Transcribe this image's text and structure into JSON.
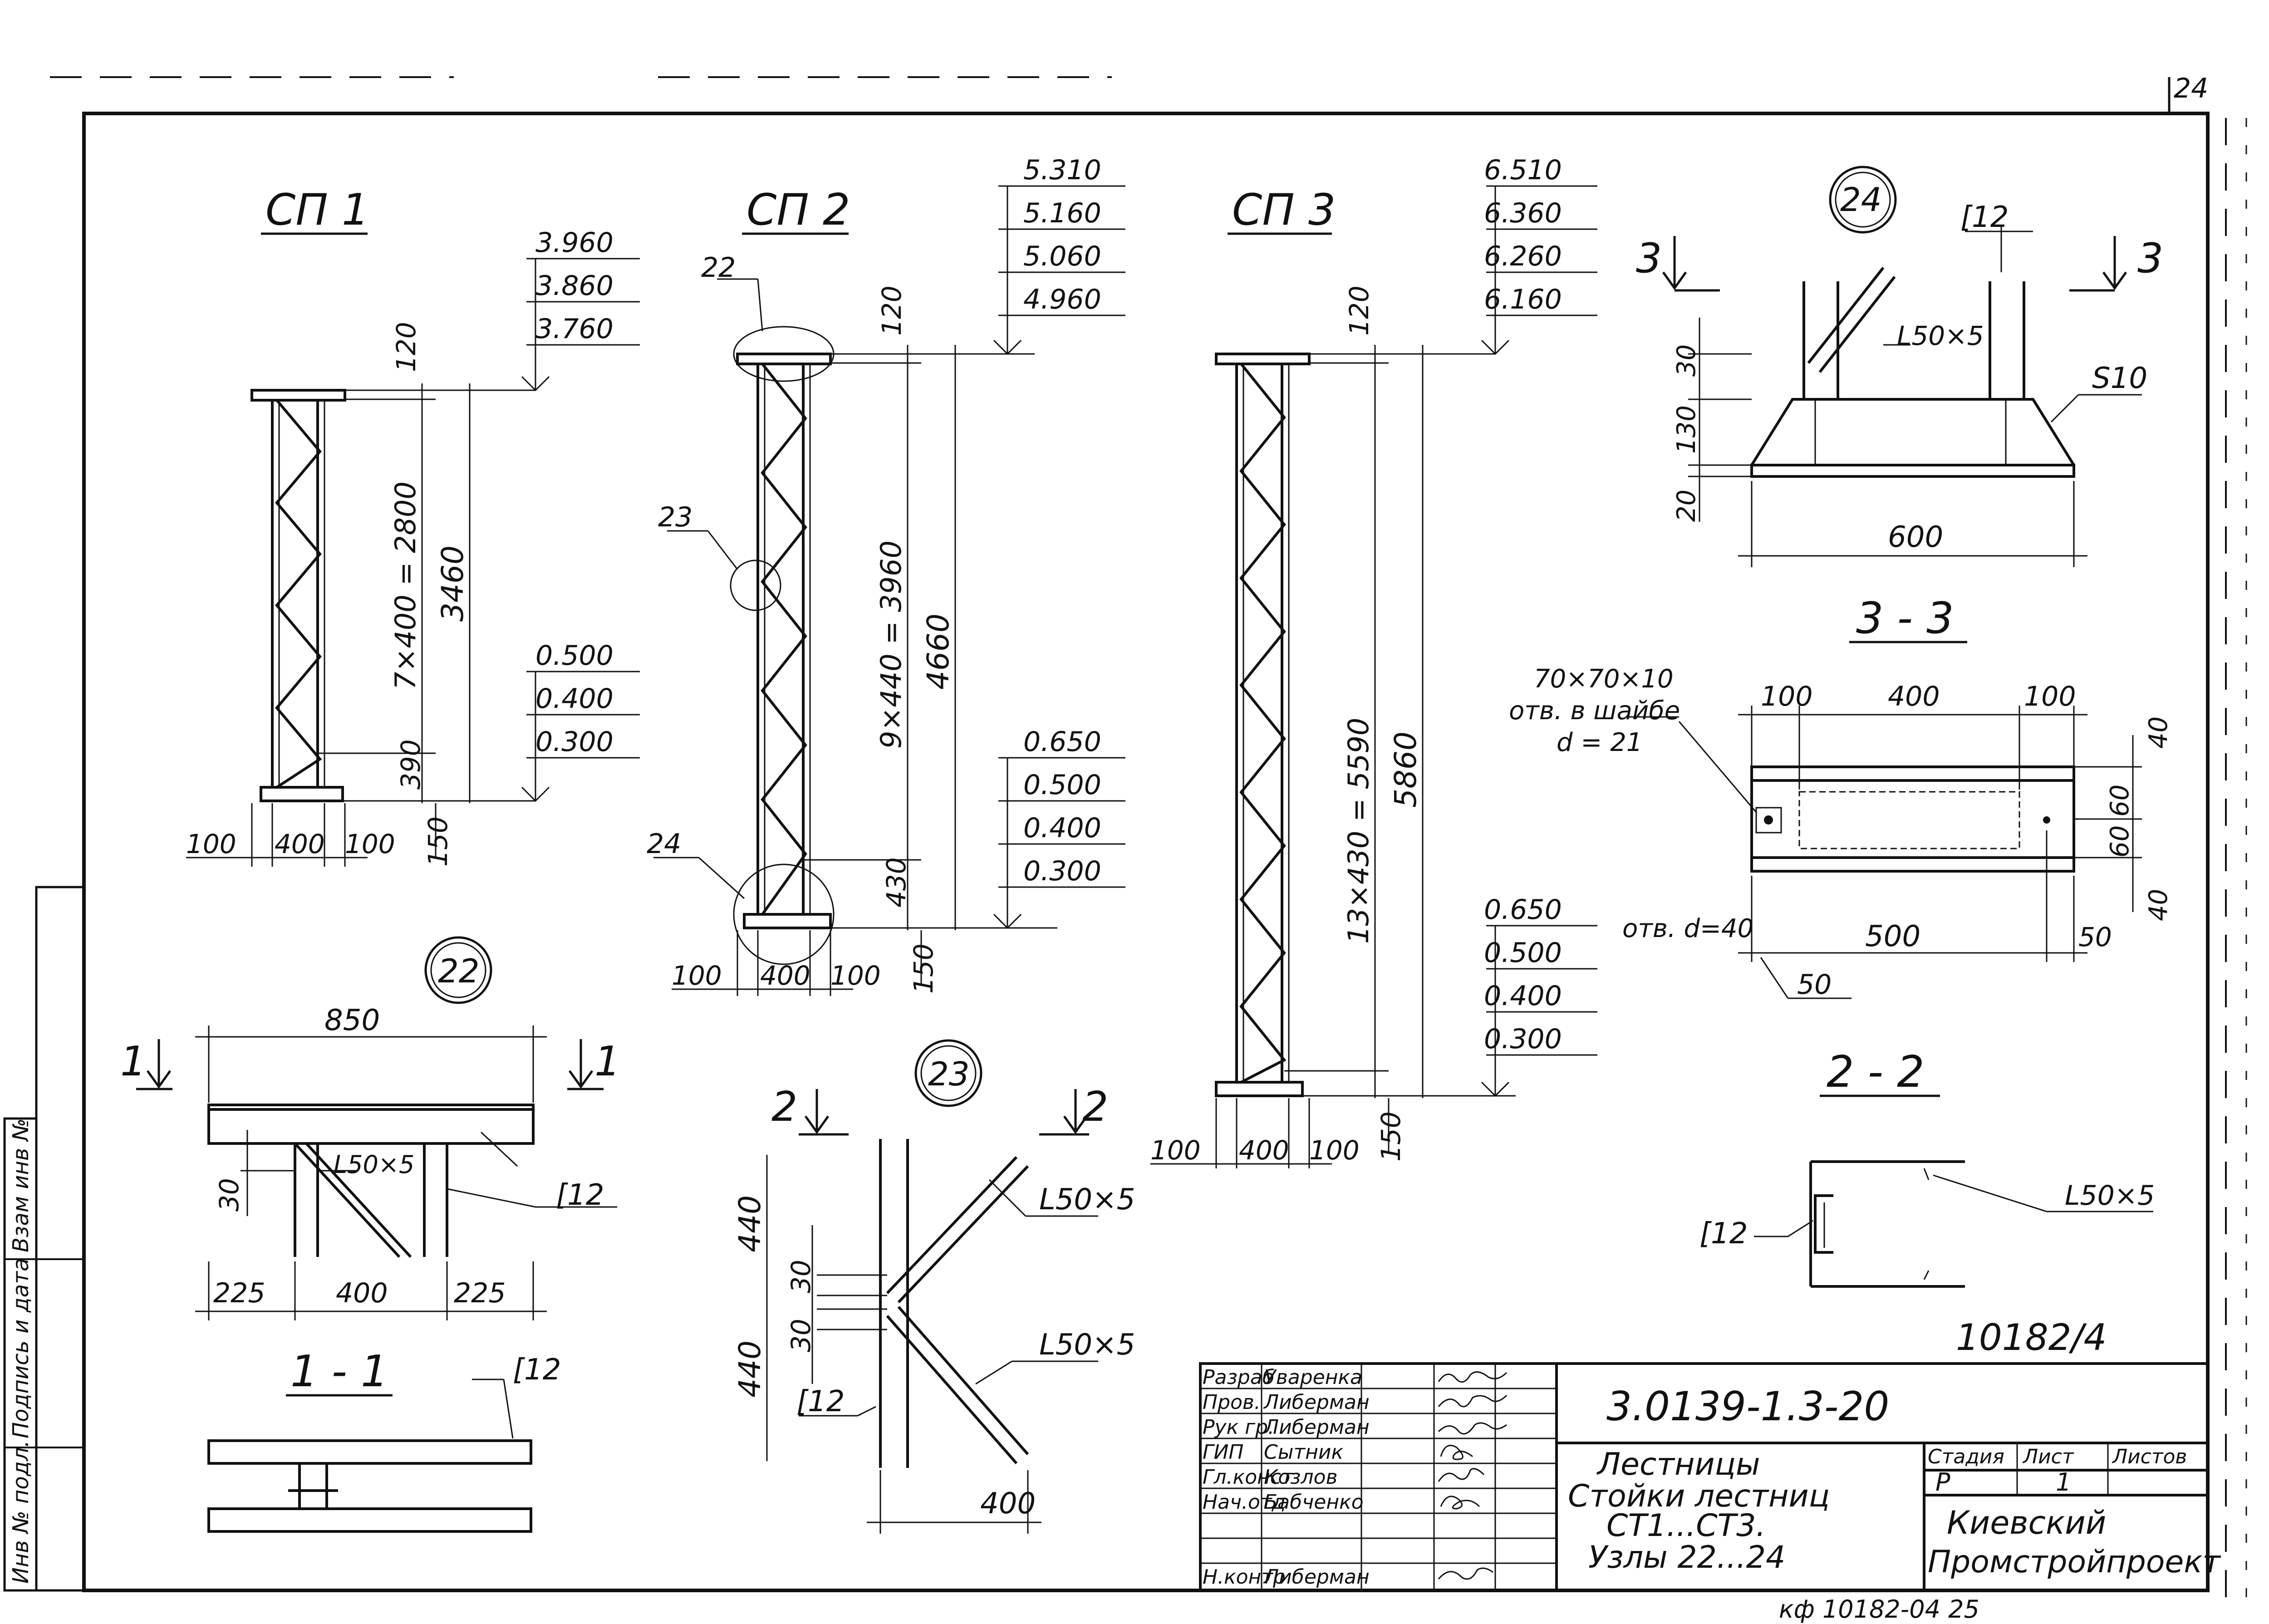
{
  "sheet": {
    "page_number": "24",
    "archive_number": "10182/4",
    "footer_code": "кф 10182-04   25"
  },
  "columns": {
    "sp1": {
      "label": "СП 1",
      "levels_top": [
        "3.960",
        "3.860",
        "3.760"
      ],
      "levels_bottom": [
        "0.500",
        "0.400",
        "0.300"
      ],
      "dim_top": "120",
      "dim_lattice": "7×400 = 2800",
      "dim_total": "3460",
      "dim_lower": "390",
      "dim_base": "150",
      "widths": [
        "100",
        "400",
        "100"
      ]
    },
    "sp2": {
      "label": "СП 2",
      "levels_top": [
        "5.310",
        "5.160",
        "5.060",
        "4.960"
      ],
      "levels_bottom": [
        "0.650",
        "0.500",
        "0.400",
        "0.300"
      ],
      "dim_top": "120",
      "dim_lattice": "9×440 = 3960",
      "dim_total": "4660",
      "dim_lower": "430",
      "dim_base": "150",
      "widths": [
        "100",
        "400",
        "100"
      ],
      "callouts": [
        "22",
        "23",
        "24"
      ]
    },
    "sp3": {
      "label": "СП 3",
      "levels_top": [
        "6.510",
        "6.360",
        "6.260",
        "6.160"
      ],
      "levels_bottom": [
        "0.650",
        "0.500",
        "0.400",
        "0.300"
      ],
      "dim_top": "120",
      "dim_lattice": "13×430 = 5590",
      "dim_total": "5860",
      "dim_base": "150",
      "widths": [
        "100",
        "400",
        "100"
      ]
    }
  },
  "node22": {
    "number": "22",
    "section_marks": [
      "1",
      "1"
    ],
    "dim_width": "850",
    "dims_bottom": [
      "225",
      "400",
      "225"
    ],
    "dim_side": "30",
    "profile_angle": "L50×5",
    "profile_channel": "[12"
  },
  "section11": {
    "label": "1 - 1",
    "profile_channel": "[12"
  },
  "node23": {
    "number": "23",
    "section_marks": [
      "2",
      "2"
    ],
    "dims_side": [
      "440",
      "30",
      "30",
      "440"
    ],
    "dim_bottom": "400",
    "profile_angle_top": "L50×5",
    "profile_angle_bottom": "L50×5",
    "profile_channel": "[12"
  },
  "node24": {
    "number": "24",
    "section_marks": [
      "3",
      "3"
    ],
    "profile_channel": "[12",
    "profile_angle": "L50×5",
    "plate": "S10",
    "dims_side": [
      "30",
      "130",
      "20"
    ],
    "dim_width": "600"
  },
  "section33": {
    "label": "3 - 3",
    "dims_top": [
      "100",
      "400",
      "100"
    ],
    "washer_label": [
      "70×70×10",
      "отв. в шайбе",
      "d = 21"
    ],
    "dims_right": [
      "40",
      "60",
      "60",
      "40"
    ],
    "hole_label": "отв. d=40",
    "dim_bottom": "500",
    "dim_offset_right": "50",
    "dim_offset_left": "50"
  },
  "section22": {
    "label": "2 - 2",
    "profile_channel": "[12",
    "profile_angle": "L50×5"
  },
  "side_stamp": [
    "Инв № подл.",
    "Подпись и дата",
    "Взам инв №"
  ],
  "title_block": {
    "roles": [
      "Разраб",
      "Пров.",
      "Рук гр.",
      "ГИП",
      "Гл.конст",
      "Нач.отд",
      "Н.контр"
    ],
    "names": [
      "Уваренка",
      "Либерман",
      "Либерман",
      "Сытник",
      "Козлов",
      "Бабченко",
      "Либерман"
    ],
    "code": "3.0139-1.3-20",
    "title_lines": [
      "Лестницы",
      "Стойки лестниц",
      "СТ1...СТ3.",
      "Узлы 22...24"
    ],
    "col_stage": "Стадия",
    "col_sheet": "Лист",
    "col_sheets": "Листов",
    "stage": "Р",
    "sheet": "1",
    "org_lines": [
      "Киевский",
      "Промстройпроект"
    ]
  }
}
